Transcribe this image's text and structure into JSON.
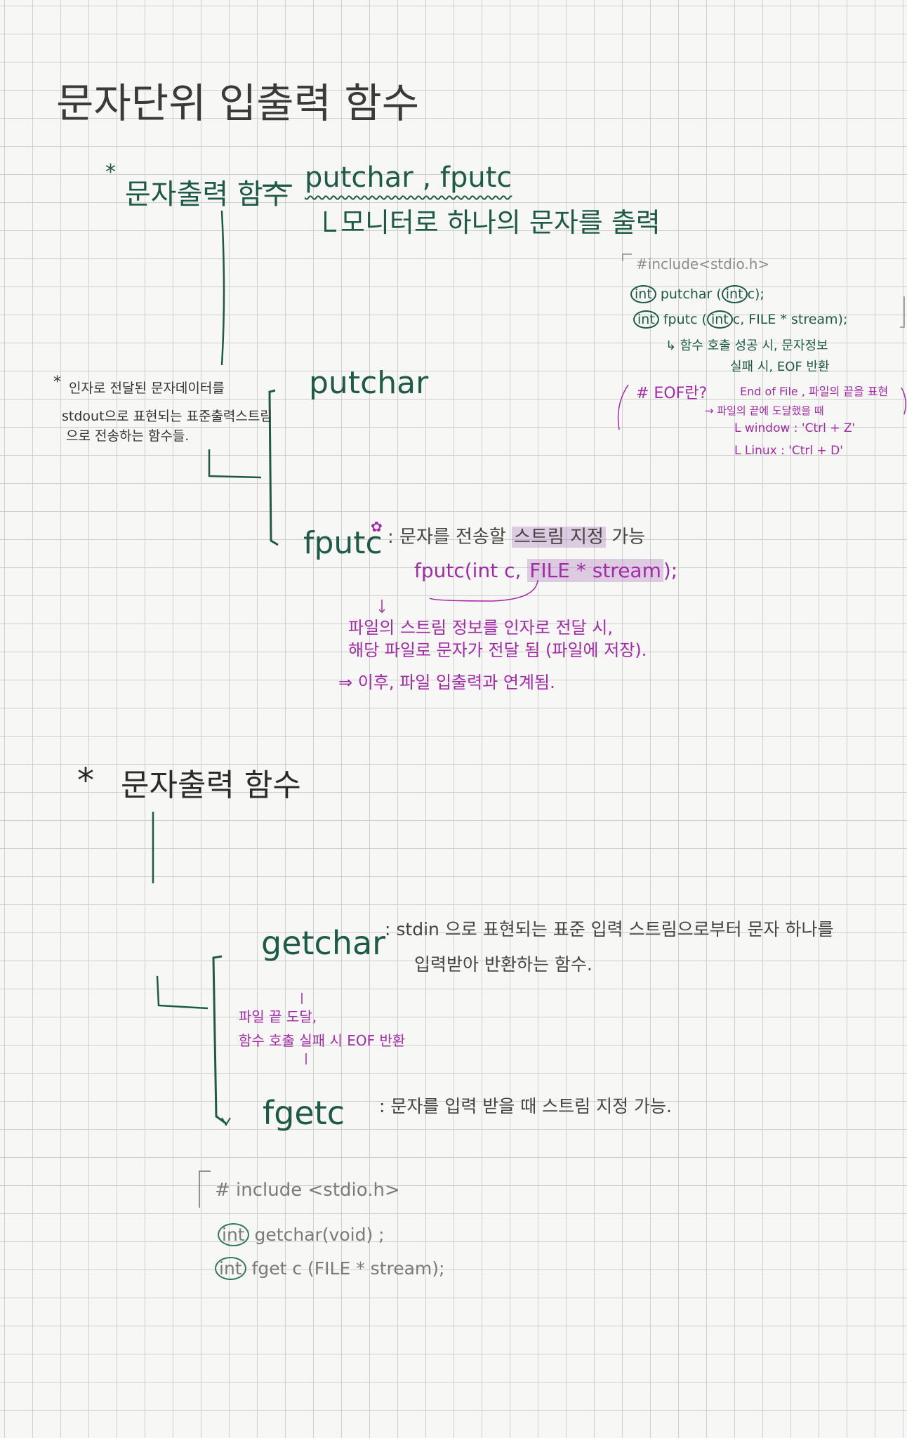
{
  "title": "문자단위 입출력 함수",
  "section1": {
    "heading": "문자출력 함수",
    "star": "*",
    "dash": "—",
    "funcs": "putchar , fputc",
    "note": "모니터로 하나의 문자를 출력",
    "side_note": {
      "star": "*",
      "lines": [
        "인자로 전달된 문자데이터를",
        "stdout으로 표현되는 표준출력스트림",
        "으로 전송하는 함수들."
      ]
    },
    "putchar": "putchar",
    "fputc": {
      "name": "fputc",
      "mark": "✿",
      "desc_pre": ": 문자를 전송할",
      "desc_hl": "스트림 지정",
      "desc_post": "가능",
      "sig_pre": "fputc(int c,",
      "sig_hl": "FILE * stream",
      "sig_post": ");",
      "notes": [
        "파일의 스트림 정보를 인자로 전달 시,",
        "해당 파일로 문자가 전달 됨 (파일에 저장).",
        "⇒ 이후, 파일 입출력과 연계됨."
      ]
    }
  },
  "code_box1": {
    "include": "#include<stdio.h>",
    "line1_ret": "int",
    "line1_fn": "putchar (",
    "line1_arg": "int",
    "line1_rest": "c);",
    "line2_ret": "int",
    "line2_fn": "fputc (",
    "line2_arg": "int",
    "line2_rest": "c, FILE * stream);",
    "ret_note1": "↳ 함수 호출 성공 시, 문자정보",
    "ret_note2": "실패 시, EOF 반환",
    "eof_q": "# EOF란?",
    "eof_a": "End of File , 파일의 끝을 표현",
    "eof_arrow": "→ 파일의 끝에 도달했을 때",
    "eof_win": "L window : 'Ctrl + Z'",
    "eof_linux": "L Linux : 'Ctrl + D'"
  },
  "section2": {
    "star": "*",
    "heading": "문자출력 함수",
    "getchar": "getchar",
    "getchar_desc1": ": stdin 으로 표현되는 표준 입력 스트림으로부터 문자 하나를",
    "getchar_desc2": "입력받아 반환하는 함수.",
    "eof_note1": "파일 끝 도달,",
    "eof_note2": "함수 호출 실패 시 EOF 반환",
    "fgetc": "fgetc",
    "fgetc_desc": ": 문자를 입력 받을 때 스트림 지정 가능."
  },
  "code_box2": {
    "include": "# include <stdio.h>",
    "line1_ret": "int",
    "line1_rest": "getchar(void) ;",
    "line2_ret": "int",
    "line2_rest": "fget c (FILE * stream);"
  }
}
